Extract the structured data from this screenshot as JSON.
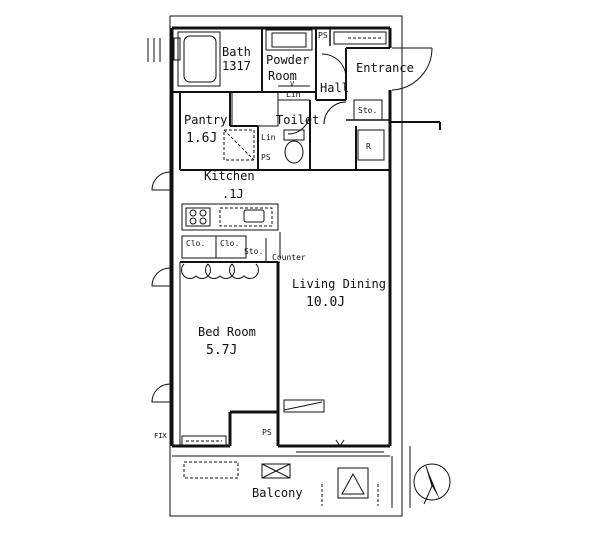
{
  "rooms": {
    "bath": {
      "name": "Bath",
      "size": "1317"
    },
    "powder": {
      "name_line1": "Powder",
      "name_line2": "Room"
    },
    "entrance": {
      "name": "Entrance"
    },
    "hall": {
      "name": "Hall"
    },
    "pantry": {
      "name": "Pantry",
      "size": "1.6J"
    },
    "toilet": {
      "name": "Toilet"
    },
    "kitchen": {
      "name": "Kitchen",
      "size": ".1J"
    },
    "living": {
      "name": "Living Dining",
      "size": "10.0J"
    },
    "bedroom": {
      "name": "Bed Room",
      "size": "5.7J"
    },
    "balcony": {
      "name": "Balcony"
    }
  },
  "fixtures": {
    "ps1": "PS",
    "ps2": "PS",
    "ps3": "PS",
    "lin1": "Lin",
    "lin2": "Lin",
    "sto": "Sto.",
    "clo1": "Clo.",
    "clo2": "Clo.",
    "sto2": "Sto.",
    "counter": "Counter",
    "fix": "FIX",
    "r": "R",
    "v": "V"
  }
}
